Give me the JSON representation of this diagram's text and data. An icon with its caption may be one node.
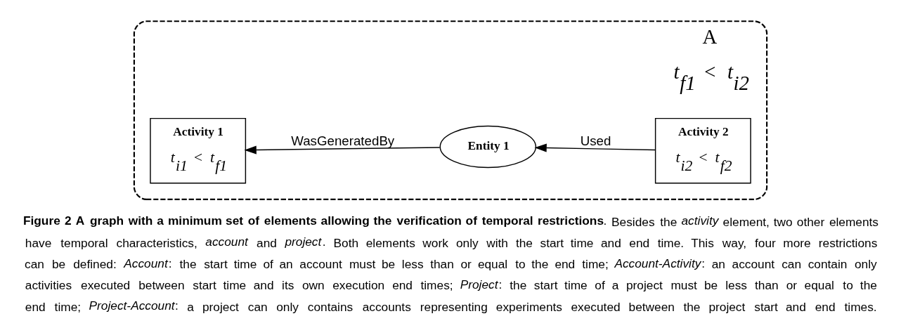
{
  "diagram": {
    "caption": "**Figure 2 A graph with a minimum set of elements allowing the verification of temporal restrictions**. Besides the *activity* element, two other elements have temporal characteristics, *account* and *project*. Both elements work only with the start time and end time. This way, four more restrictions can be defined: *Account*: the start time of an account must be less than or equal to the end time; *Account-Activity*: an account can contain only activities executed between start time and its own execution end times; *Project*: the start time of a project must be less than or equal to the end time; *Project-Account*: a project can only contains accounts representing experiments executed between the project start and end times.",
    "nodes": [
      {
        "text": [
          "A",
          "t$_{f1}$ < t$_{i2}$"
        ]
      },
      {
        "text": [
          "Activity 1",
          "t$_{i1}$ < t$_{f1}$"
        ],
        "in": 0
      },
      {
        "text": [
          "Entity 1"
        ],
        "in": 0
      },
      {
        "text": [
          "Activity 2",
          "t$_{i2}$ < t$_{f2}$"
        ],
        "in": 0
      }
    ],
    "edges": [
      {
        "from": 2,
        "to": 1,
        "arrow": "to",
        "label": "WasGeneratedBy"
      },
      {
        "from": 3,
        "to": 2,
        "arrow": "to",
        "label": "Used"
      }
    ]
  }
}
